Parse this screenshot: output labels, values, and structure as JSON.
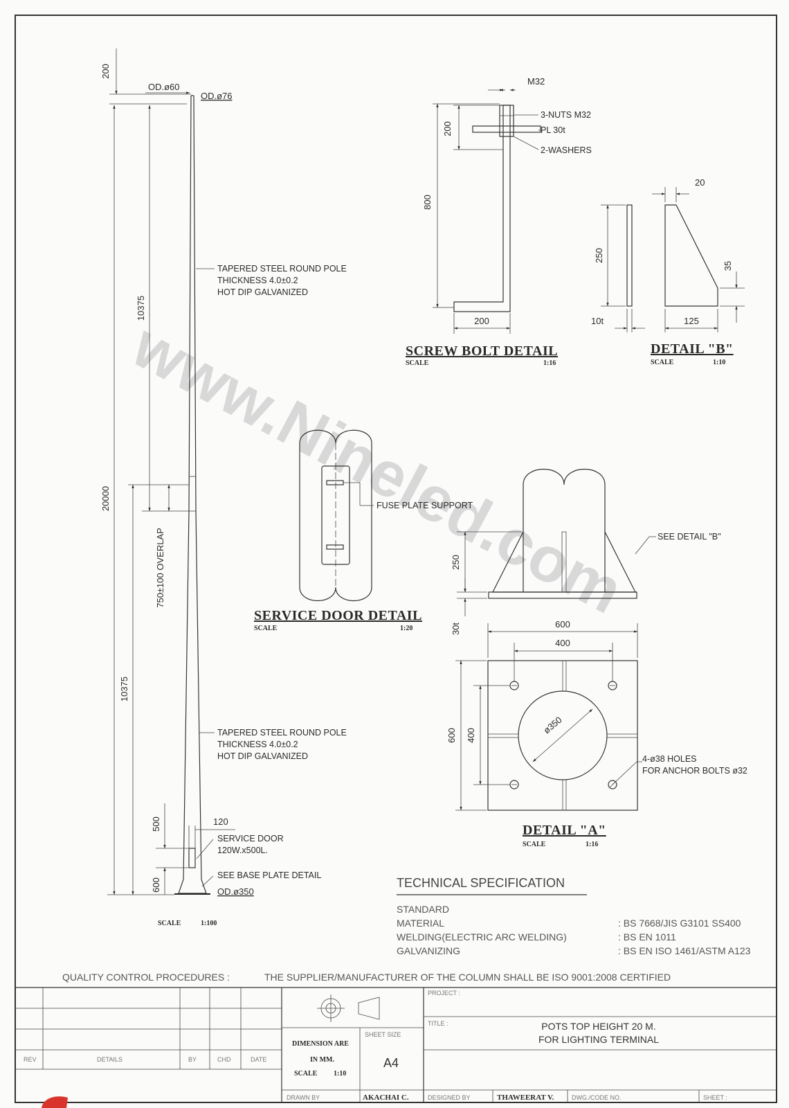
{
  "watermark": "www.Nineled.com",
  "pole": {
    "dims": {
      "top_ext": "200",
      "od_top": "OD.ø60",
      "od_joint": "OD.ø76",
      "total": "20000",
      "upper_len": "10375",
      "lower_len": "10375",
      "overlap": "750±100 OVERLAP",
      "door_h": "500",
      "base_h": "600",
      "door_w": "120",
      "od_base": "OD.ø350"
    },
    "callouts": {
      "upper_l1": "TAPERED STEEL ROUND POLE",
      "upper_l2": "THICKNESS 4.0±0.2",
      "upper_l3": "HOT DIP GALVANIZED",
      "lower_l1": "TAPERED STEEL ROUND POLE",
      "lower_l2": "THICKNESS 4.0±0.2",
      "lower_l3": "HOT DIP GALVANIZED",
      "door_l1": "SERVICE DOOR",
      "door_l2": "120W.x500L.",
      "base": "SEE BASE PLATE DETAIL"
    },
    "scale_label": "SCALE",
    "scale_value": "1:100"
  },
  "screw_bolt": {
    "title": "SCREW BOLT DETAIL",
    "scale_label": "SCALE",
    "scale_value": "1:16",
    "m32": "M32",
    "nuts": "3-NUTS M32",
    "pl": "PL 30t",
    "washers": "2-WASHERS",
    "d200v": "200",
    "d800": "800",
    "d200h": "200"
  },
  "detail_b": {
    "title": "DETAIL \"B\"",
    "scale_label": "SCALE",
    "scale_value": "1:10",
    "d20": "20",
    "d250": "250",
    "d35": "35",
    "d10t": "10t",
    "d125": "125"
  },
  "service_door": {
    "title": "SERVICE DOOR DETAIL",
    "scale_label": "SCALE",
    "scale_value": "1:20",
    "fuse": "FUSE PLATE SUPPORT"
  },
  "detail_a": {
    "title": "DETAIL \"A\"",
    "scale_label": "SCALE",
    "scale_value": "1:16",
    "see_b": "SEE DETAIL \"B\"",
    "d250": "250",
    "d30t": "30t",
    "d600h": "600",
    "d400h": "400",
    "d600v": "600",
    "d400v": "400",
    "dia": "ø350",
    "holes_l1": "4-ø38 HOLES",
    "holes_l2": "FOR ANCHOR BOLTS ø32"
  },
  "tech_spec": {
    "heading": "TECHNICAL SPECIFICATION",
    "rows": [
      {
        "label": "STANDARD",
        "value": ": BS 7668/JIS G3101 SS400"
      },
      {
        "label": "MATERIAL",
        "value": ": BS EN 1011"
      },
      {
        "label": "WELDING(ELECTRIC ARC WELDING)",
        "value": ": BS EN ISO 1461/ASTM A123"
      },
      {
        "label": "GALVANIZING",
        "value": ""
      }
    ]
  },
  "quality": {
    "label": "QUALITY CONTROL PROCEDURES :",
    "text": "THE SUPPLIER/MANUFACTURER OF THE COLUMN SHALL BE ISO 9001:2008 CERTIFIED"
  },
  "title_block": {
    "rev": "REV",
    "details": "DETAILS",
    "by": "BY",
    "chd": "CHD",
    "date": "DATE",
    "dim_l1": "DIMENSION ARE",
    "dim_l2": "IN MM.",
    "scale_label": "SCALE",
    "scale_value": "1:10",
    "sheet_size_label": "SHEET SIZE",
    "sheet_size": "A4",
    "project_label": "PROJECT :",
    "title_label": "TITLE :",
    "title_l1": "POTS TOP HEIGHT 20 M.",
    "title_l2": "FOR LIGHTING TERMINAL",
    "drawn_by_label": "DRAWN BY",
    "drawn_by": "AKACHAI C.",
    "designed_by_label": "DESIGNED BY",
    "designed_by": "THAWEERAT V.",
    "dwg_label": "DWG./CODE NO.",
    "sheet_label": "SHEET :"
  }
}
